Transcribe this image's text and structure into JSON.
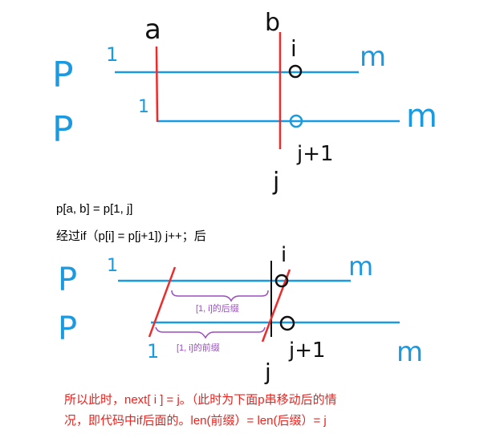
{
  "colors": {
    "blue": "#1a9ae0",
    "red": "#ee2a2a",
    "black": "#111111",
    "purple": "#9b4fc0",
    "note_red": "#e8241f"
  },
  "top_diagram": {
    "label_a": "a",
    "label_b": "b",
    "label_i": "i",
    "row1_p": "P",
    "row1_start": "1",
    "row1_end": "m",
    "row2_p": "P",
    "row2_start": "1",
    "row2_end": "m",
    "label_j1": "j+1",
    "label_j": "j"
  },
  "equation_line": "p[a, b] = p[1, j]",
  "condition_line": "经过if（p[i] = p[j+1]) j++；后",
  "bottom_diagram": {
    "row1_p": "P",
    "row1_start": "1",
    "row1_end": "m",
    "row2_p": "P",
    "row2_start": "1",
    "row2_end": "m",
    "label_i": "i",
    "label_j1": "j+1",
    "label_j": "j",
    "suffix_label": "[1, i]的后缀",
    "prefix_label": "[1, i]的前缀"
  },
  "conclusion_line1": "所以此时，next[ i ] = j。（此时为下面p串移动后的情",
  "conclusion_line2": "况，即代码中if后面的。len(前缀）= len(后缀）= j"
}
